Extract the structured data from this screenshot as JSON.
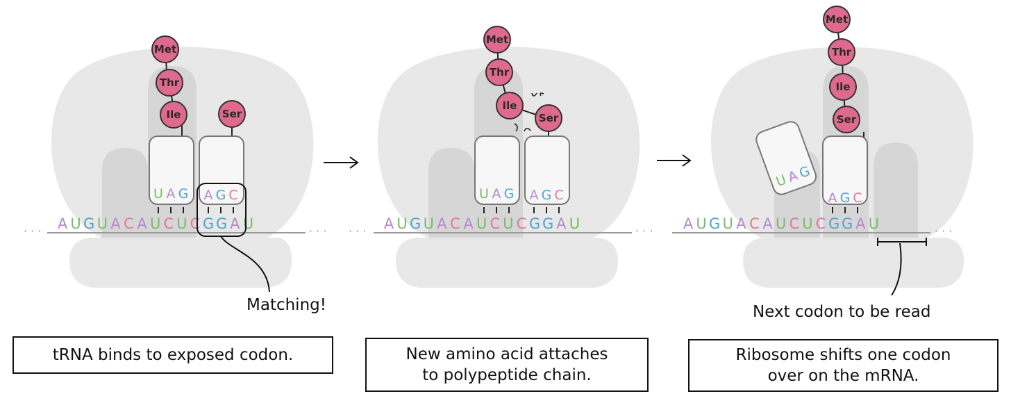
{
  "colors": {
    "A": "#b48acb",
    "U": "#7cbc6a",
    "G": "#4fa4cc",
    "C": "#e0789a",
    "amino_fill": "#e06a8d",
    "ribosome": "#e8e8e8",
    "ribosome_dark": "#d6d6d6",
    "trna_fill": "#f7f7f7",
    "trna_stroke": "#777777"
  },
  "panels": [
    {
      "mrna": "AUGUACAUCUCGGAU",
      "chain": [
        "Met",
        "Thr",
        "Ile"
      ],
      "new_amino": "Ser",
      "trna_p_anticodon": "UAG",
      "trna_a_anticodon": "AGC",
      "annotation": "Matching!",
      "caption": "tRNA binds to  exposed codon."
    },
    {
      "mrna": "AUGUACAUCUCGGAU",
      "chain": [
        "Met",
        "Thr",
        "Ile",
        "Ser"
      ],
      "trna_p_anticodon": "UAG",
      "trna_a_anticodon": "AGC",
      "caption": "New amino acid attaches\nto polypeptide chain."
    },
    {
      "mrna": "AUGUACAUCUCGGAU",
      "chain": [
        "Met",
        "Thr",
        "Ile",
        "Ser"
      ],
      "trna_exit_anticodon": "UAG",
      "trna_p_anticodon": "AGC",
      "annotation": "Next codon to be read",
      "caption": "Ribosome shifts one codon\nover on the mRNA."
    }
  ]
}
